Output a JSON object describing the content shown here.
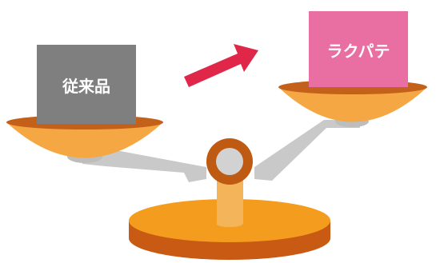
{
  "scale": {
    "left_item": {
      "label": "従来品",
      "color": "#7f7f7f"
    },
    "right_item": {
      "label": "ラクパテ",
      "color": "#e96fa3"
    },
    "arrow": {
      "color": "#e0274a",
      "direction": "up-right"
    },
    "colors": {
      "pan_top": "#f4a742",
      "pan_rim": "#c3611a",
      "beam": "#c9c9c9",
      "pivot_ring": "#bf5a12",
      "pivot_center": "#d2d2d2",
      "base_top": "#f39c1e",
      "base_side": "#c85a14",
      "post": "#f4b45a"
    }
  }
}
